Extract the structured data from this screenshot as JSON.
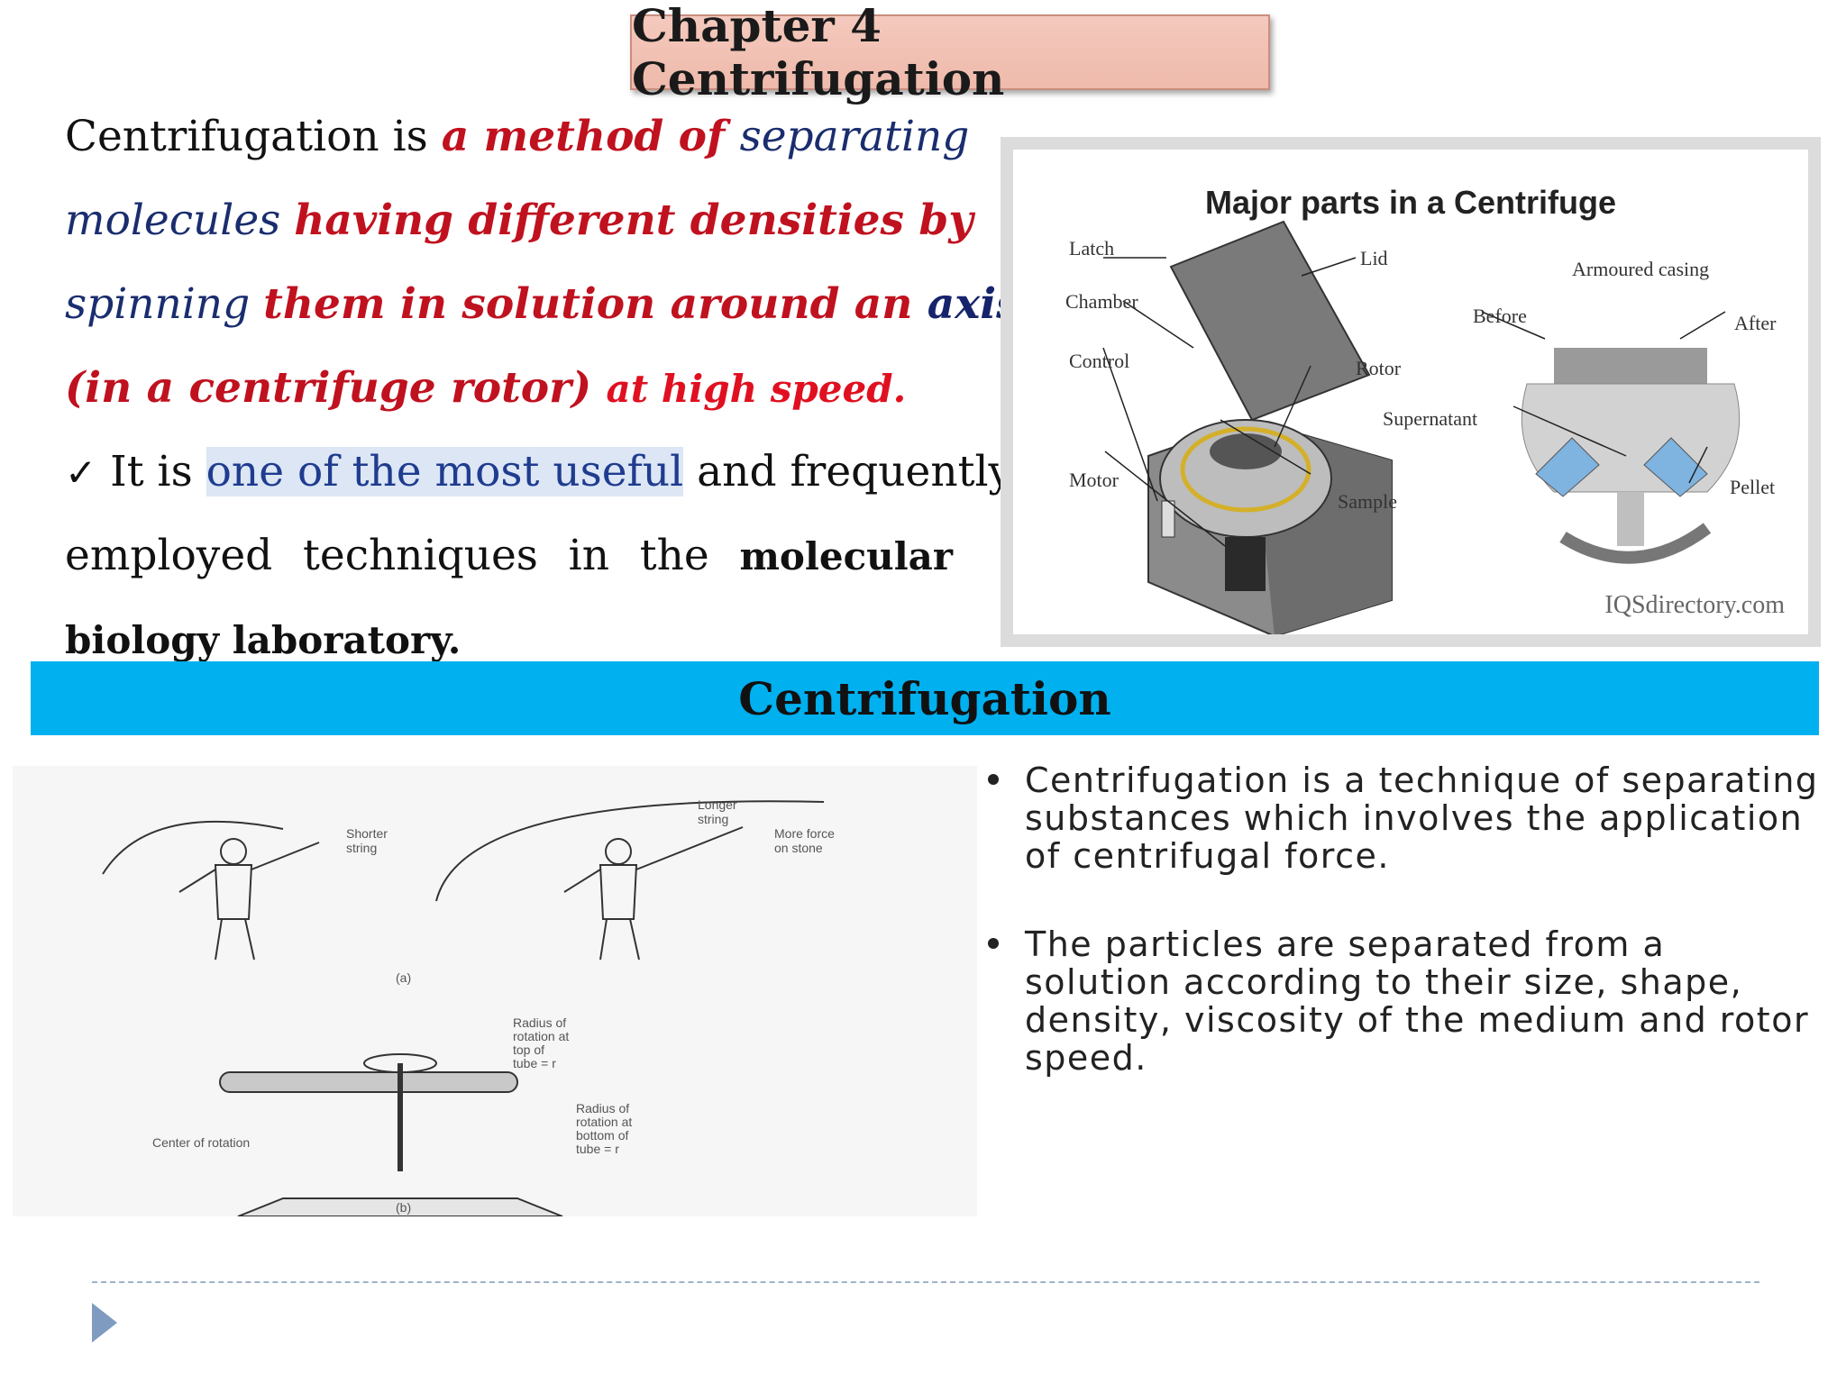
{
  "title": "Chapter 4 Centrifugation",
  "intro": {
    "l1a": "Centrifugation is ",
    "l1b": "a method of ",
    "l1c": "separating",
    "l2a": "molecules ",
    "l2b": "having different densities by",
    "l3a": "spinning ",
    "l3b": "them in solution around an ",
    "l3c": "axis",
    "l4a": "(in a centrifuge rotor) ",
    "l4b": "at high speed.",
    "l5a": "✓",
    "l5b": " It is ",
    "l5c": "one of the most useful",
    "l5d": " and frequently",
    "l6a": "employed techniques in the ",
    "l6b": "molecular",
    "l7": "biology laboratory."
  },
  "figure1": {
    "title": "Major parts in a Centrifuge",
    "labels": {
      "latch": "Latch",
      "lid": "Lid",
      "chamber": "Chamber",
      "control": "Control",
      "rotor": "Rotor",
      "motor": "Motor",
      "sample": "Sample",
      "armoured_casing": "Armoured casing",
      "before": "Before",
      "after": "After",
      "supernatant": "Supernatant",
      "pellet": "Pellet"
    },
    "watermark": "IQSdirectory.com"
  },
  "band_title": "Centrifugation",
  "figure2": {
    "labels": {
      "shorter_string": "Shorter\nstring",
      "longer_string": "Longer\nstring",
      "more_force": "More force\non stone",
      "a": "(a)",
      "radius_top": "Radius of rotation at top of tube = r",
      "radius_bottom": "Radius of rotation at bottom of tube = r",
      "center": "Center of rotation",
      "b": "(b)"
    }
  },
  "bullets": [
    "Centrifugation is a technique of separating substances which involves the application of centrifugal force.",
    "The particles are separated from a solution according to their size, shape, density, viscosity of the medium and rotor speed."
  ],
  "colors": {
    "title_bg": "#f4c9bd",
    "band": "#00b0ef",
    "red": "#c0111f",
    "navy": "#1a2d6e"
  }
}
